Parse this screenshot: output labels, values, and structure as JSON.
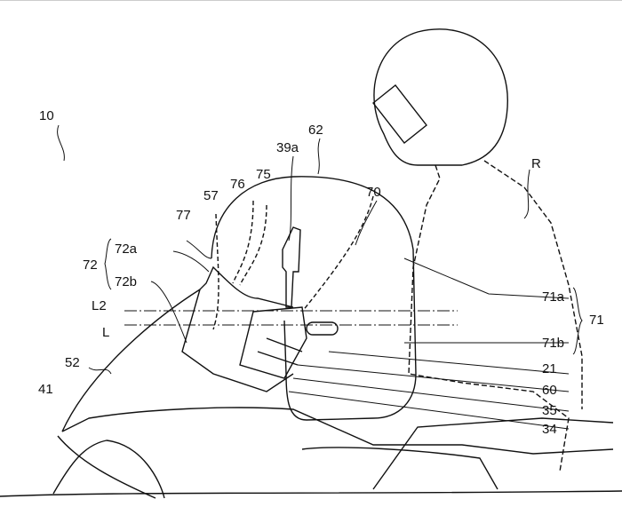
{
  "labels": {
    "n10": "10",
    "n62": "62",
    "n39a": "39a",
    "n70": "70",
    "n76": "76",
    "n75": "75",
    "n57": "57",
    "n77": "77",
    "nR": "R",
    "n72a": "72a",
    "n72": "72",
    "n72b": "72b",
    "nL2": "L2",
    "nL": "L",
    "n71a": "71a",
    "n71": "71",
    "n71b": "71b",
    "n21": "21",
    "n60": "60",
    "n35": "35",
    "n34": "34",
    "n52": "52",
    "n41": "41"
  }
}
